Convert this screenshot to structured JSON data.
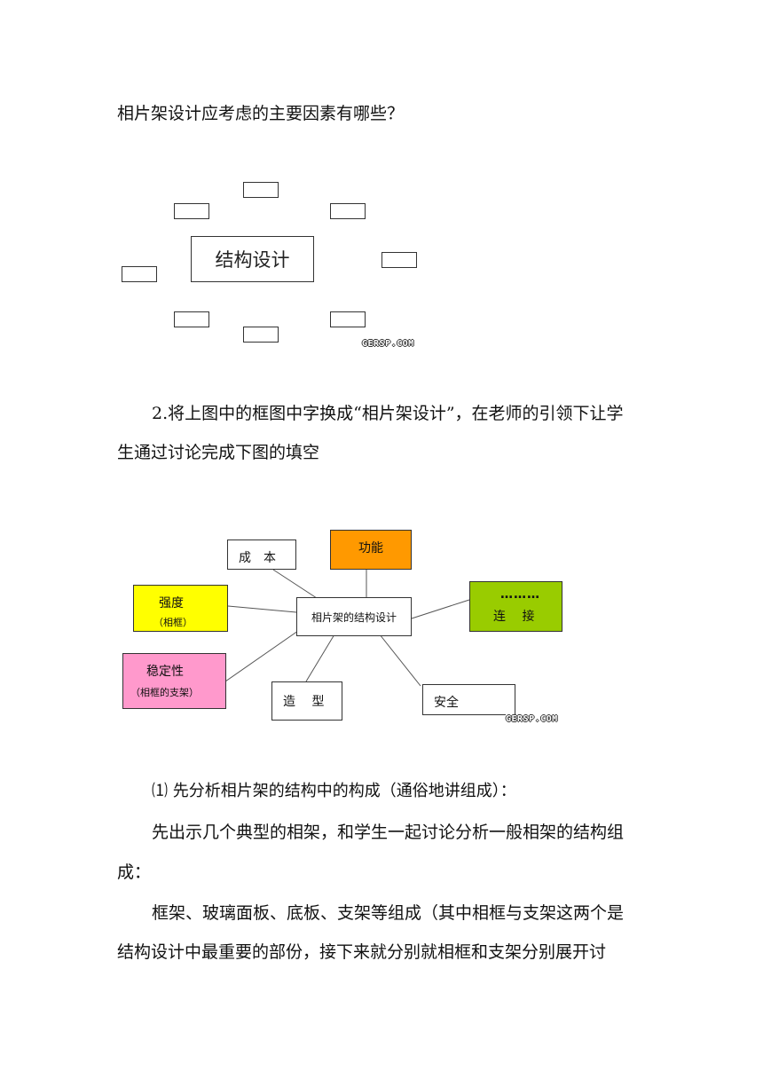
{
  "intro_question": "相片架设计应考虑的主要因素有哪些？",
  "diagram1": {
    "center_label": "结构设计",
    "empty_box_count_label": "",
    "watermark": "GERSP.COM"
  },
  "step2": {
    "line1": "2.将上图中的框图中字换成“相片架设计”，在老师的引领下让学",
    "line2": "生通过讨论完成下图的填空"
  },
  "diagram2": {
    "center": "相片架的结构设计",
    "cost": "成　本",
    "function": "功能",
    "strength": "强度",
    "strength_sub": "（相框）",
    "stability": "稳定性",
    "stability_sub": "（相框的支架）",
    "shape": "造　 型",
    "safety": "安全",
    "connect_dots": "………",
    "connect": "连　 接",
    "watermark": "GERSP.COM",
    "colors": {
      "function": "#ff9900",
      "strength": "#ffff00",
      "stability": "#ff99cc",
      "connect": "#99cc00"
    }
  },
  "paragraphs": {
    "p1": "⑴ 先分析相片架的结构中的构成（通俗地讲组成）：",
    "p2_line1": "先出示几个典型的相架，和学生一起讨论分析一般相架的结构组",
    "p2_line2": "成：",
    "p3_line1": "框架、玻璃面板、底板、支架等组成（其中相框与支架这两个是",
    "p3_line2": "结构设计中最重要的部份，接下来就分别就相框和支架分别展开讨"
  }
}
